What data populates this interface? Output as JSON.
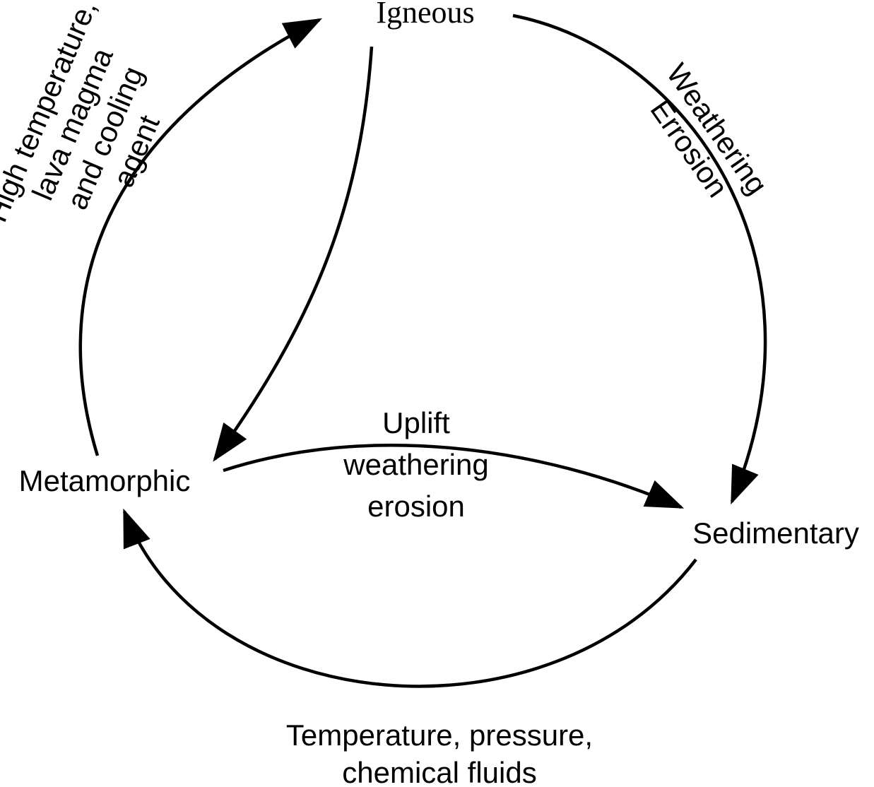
{
  "nodes": {
    "igneous": "Igneous",
    "metamorphic": "Metamorphic",
    "sedimentary": "Sedimentary"
  },
  "edges": {
    "metamorphic_to_igneous": {
      "line1": "High temperature,",
      "line2": "lava magma",
      "line3": "and cooling",
      "line4": "agent"
    },
    "igneous_to_sedimentary": {
      "line1": "Weathering",
      "line2": "Errosion"
    },
    "metamorphic_to_sedimentary": {
      "line1": "Uplift",
      "line2": "weathering",
      "line3": "erosion"
    },
    "sedimentary_to_metamorphic": {
      "line1": "Temperature, pressure,",
      "line2": "chemical fluids"
    }
  },
  "colors": {
    "stroke": "#000000",
    "text": "#000000",
    "background": "#ffffff"
  }
}
